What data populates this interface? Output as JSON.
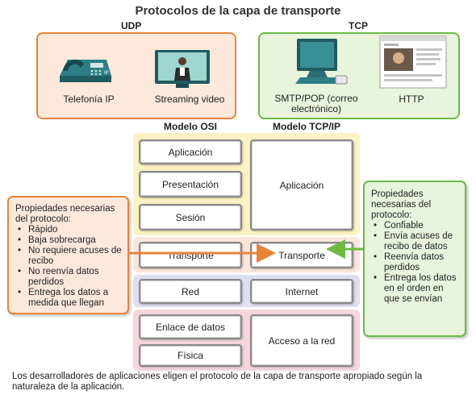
{
  "title": "Protocolos de la capa de transporte",
  "udp": {
    "label": "UDP",
    "apps": [
      {
        "label": "Telefonía IP",
        "icon": "ip-phone-icon"
      },
      {
        "label": "Streaming video",
        "icon": "tv-monitor-icon"
      }
    ]
  },
  "tcp": {
    "label": "TCP",
    "apps": [
      {
        "label": "SMTP/POP (correo electrónico)",
        "icon": "computer-icon"
      },
      {
        "label": "HTTP",
        "icon": "web-page-icon"
      }
    ]
  },
  "osi": {
    "header": "Modelo OSI",
    "layers": [
      "Aplicación",
      "Presentación",
      "Sesión",
      "Transporte",
      "Red",
      "Enlace de datos",
      "Física"
    ]
  },
  "tcpip": {
    "header": "Modelo TCP/IP",
    "layers": [
      "Aplicación",
      "Transporte",
      "Internet",
      "Acceso a la red"
    ]
  },
  "udp_props": {
    "heading": "Propiedades necesarias del protocolo:",
    "items": [
      "Rápido",
      "Baja sobrecarga",
      "No requiere acuses de recibo",
      "No reenvía datos perdidos",
      "Entrega los datos a medida que llegan"
    ]
  },
  "tcp_props": {
    "heading": "Propiedades necesarias del protocolo:",
    "items": [
      "Confiable",
      "Envía acuses de recibo de datos",
      "Reenvía datos perdidos",
      "Entrega los datos en el orden en que se envían"
    ]
  },
  "footer": "Los desarrolladores de aplicaciones eligen el protocolo de la capa de transporte apropiado según la naturaleza de la aplicación.",
  "colors": {
    "udp": "#e8843a",
    "udp_fill": "#fde9dc",
    "tcp": "#6dbb45",
    "tcp_fill": "#e8f4dc",
    "app_band": "#fbf3c4",
    "transport_band": "#fbe6dc",
    "network_band": "#dde0f0",
    "link_band": "#f6d6dc"
  }
}
